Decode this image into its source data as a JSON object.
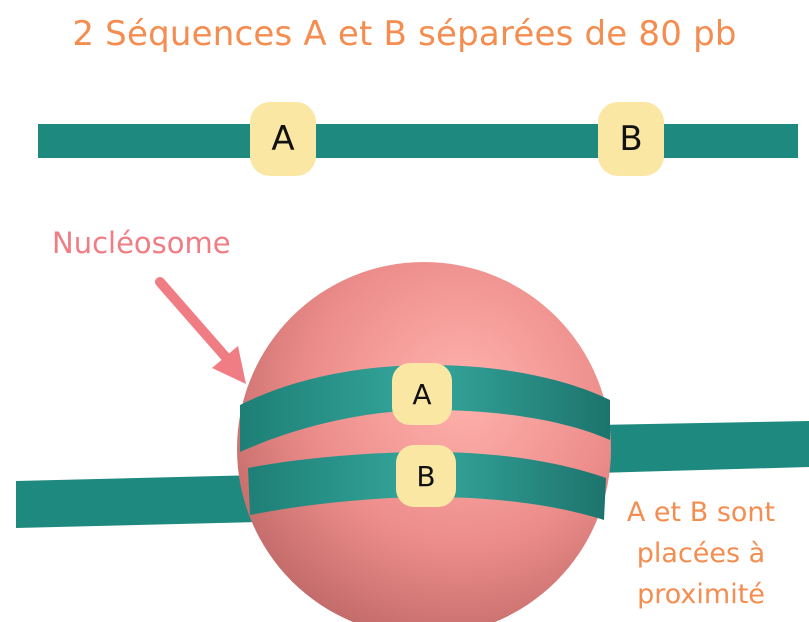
{
  "title": "2 Séquences A et B séparées de 80 pb",
  "labels": {
    "seq_a": "A",
    "seq_b": "B",
    "nucleosome": "Nucléosome",
    "proximity": [
      "A et B sont",
      "placées à",
      "proximité"
    ]
  },
  "colors": {
    "accent_orange": "#f48d4f",
    "dna_teal": "#1e8a7f",
    "label_box": "#fbe7a4",
    "nucleosome_pink": "#f19a9a",
    "label_pink": "#f07d84"
  },
  "icons": [
    "arrow-icon"
  ]
}
